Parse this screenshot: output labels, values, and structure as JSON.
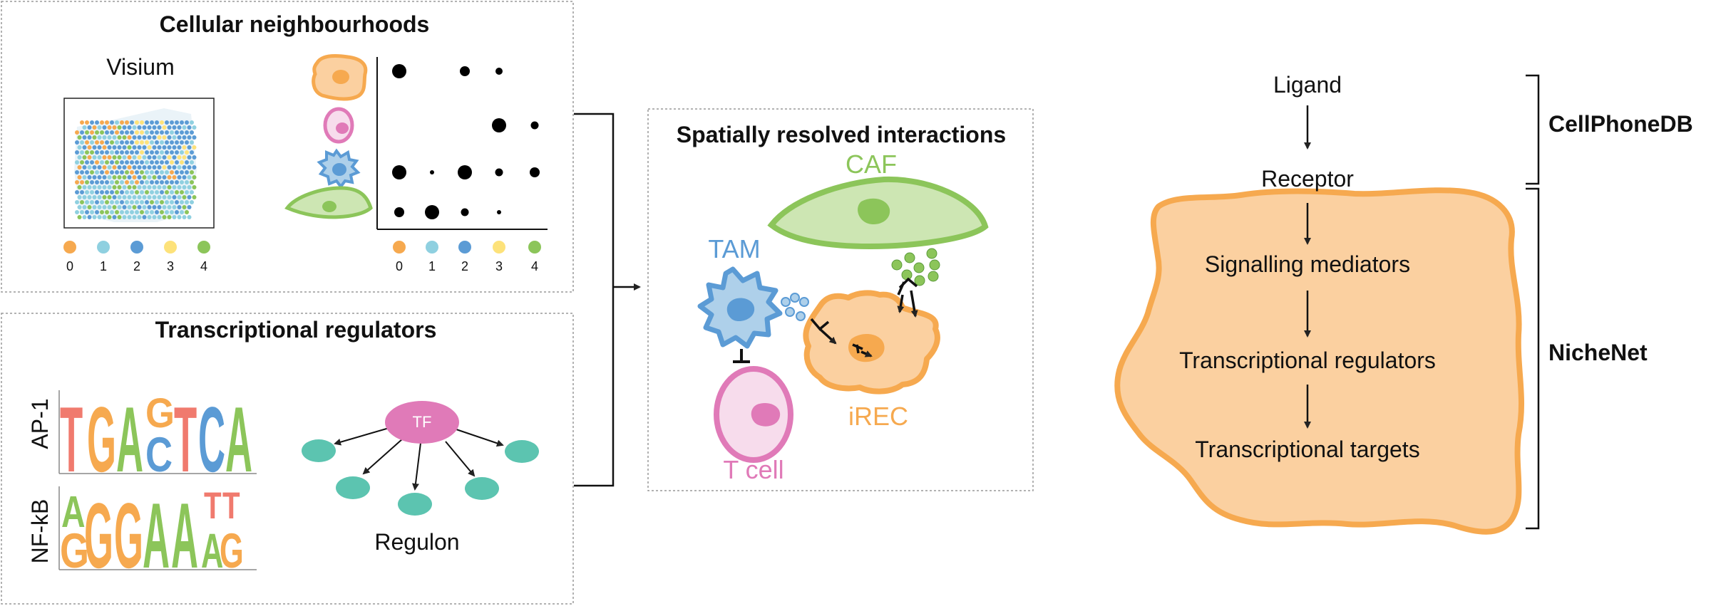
{
  "panel_neighbourhoods": {
    "title": "Cellular neighbourhoods",
    "visium_label": "Visium",
    "cluster_labels": [
      "0",
      "1",
      "2",
      "3",
      "4"
    ],
    "cluster_colors": [
      "#f6a94f",
      "#8fd0e0",
      "#5b9bd5",
      "#fde27a",
      "#8cc55a"
    ],
    "dot_axis_labels": [
      "0",
      "1",
      "2",
      "3",
      "4"
    ],
    "dot_matrix": {
      "rows": [
        "iREC",
        "T cell",
        "TAM",
        "CAF"
      ],
      "values": [
        [
          1.0,
          0,
          0.7,
          0.5,
          0
        ],
        [
          0,
          0,
          0,
          1.0,
          0.55
        ],
        [
          1.0,
          0.3,
          1.0,
          0.55,
          0.7
        ],
        [
          0.7,
          1.0,
          0.55,
          0.3,
          0
        ]
      ]
    }
  },
  "panel_regulators": {
    "title": "Transcriptional regulators",
    "motifs": [
      {
        "label": "AP-1"
      },
      {
        "label": "NF-kB"
      }
    ],
    "tf_label": "TF",
    "regulon_label": "Regulon"
  },
  "panel_interactions": {
    "title": "Spatially resolved interactions",
    "cells": {
      "caf": "CAF",
      "tam": "TAM",
      "tcell": "T cell",
      "irec": "iREC"
    }
  },
  "pipeline": {
    "steps": [
      "Ligand",
      "Receptor",
      "Signalling mediators",
      "Transcriptional regulators",
      "Transcriptional targets"
    ],
    "bracket_labels": [
      "CellPhoneDB",
      "NicheNet"
    ]
  },
  "colors": {
    "orange": "#f6a94f",
    "orange_fill": "#fbd0a0",
    "pink": "#e07ab8",
    "pink_fill": "#f7dcec",
    "blue": "#5b9bd5",
    "blue_fill": "#aed0ea",
    "green": "#8cc55a",
    "green_fill": "#cde6b3",
    "teal": "#5cc4b0",
    "tf_pink": "#e07ab8",
    "motif_red": "#f07a6e",
    "motif_orange": "#f6a94f",
    "motif_blue": "#5b9bd5",
    "motif_green": "#8cc55a"
  }
}
